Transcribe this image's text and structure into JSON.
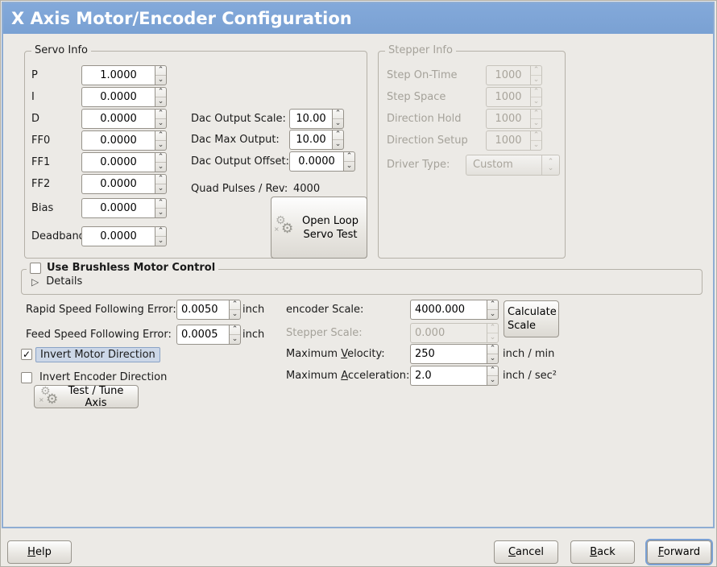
{
  "title": "X Axis Motor/Encoder Configuration",
  "servo": {
    "legend": "Servo Info",
    "params": [
      {
        "label": "P",
        "value": "1.0000"
      },
      {
        "label": "I",
        "value": "0.0000"
      },
      {
        "label": "D",
        "value": "0.0000"
      },
      {
        "label": "FF0",
        "value": "0.0000"
      },
      {
        "label": "FF1",
        "value": "0.0000"
      },
      {
        "label": "FF2",
        "value": "0.0000"
      },
      {
        "label": "Bias",
        "value": "0.0000"
      },
      {
        "label": "Deadband",
        "value": "0.0000"
      }
    ],
    "dac": [
      {
        "label": "Dac Output Scale:",
        "value": "10.00"
      },
      {
        "label": "Dac Max Output:",
        "value": "10.00"
      },
      {
        "label": "Dac Output Offset:",
        "value": "0.0000"
      }
    ],
    "quad_label": "Quad Pulses / Rev:",
    "quad_value": "4000",
    "open_loop_button": "Open Loop Servo Test"
  },
  "stepper": {
    "legend": "Stepper Info",
    "params": [
      {
        "label": "Step On-Time",
        "value": "1000"
      },
      {
        "label": "Step Space",
        "value": "1000"
      },
      {
        "label": "Direction Hold",
        "value": "1000"
      },
      {
        "label": "Direction Setup",
        "value": "1000"
      }
    ],
    "driver_type_label": "Driver Type:",
    "driver_type_value": "Custom"
  },
  "brushless": {
    "checkbox_label": "Use Brushless Motor Control",
    "details_label": "Details"
  },
  "following_error": [
    {
      "label": "Rapid Speed Following Error:",
      "value": "0.0050",
      "unit": "inch"
    },
    {
      "label": "Feed Speed Following Error:",
      "value": "0.0005",
      "unit": "inch"
    }
  ],
  "scales": {
    "encoder_label": "encoder Scale:",
    "encoder_value": "4000.000",
    "calculate_button": "Calculate Scale",
    "stepper_label": "Stepper Scale:",
    "stepper_value": "0.000",
    "velocity": {
      "pre": "Maximum ",
      "u": "V",
      "post": "elocity:",
      "value": "250",
      "unit": "inch / min"
    },
    "acceleration": {
      "pre": "Maximum ",
      "u": "A",
      "post": "cceleration:",
      "value": "2.0",
      "unit": "inch / sec²"
    }
  },
  "inverts": {
    "motor_label": "Invert Motor Direction",
    "encoder_label": "Invert Encoder Direction",
    "test_button": "Test / Tune Axis"
  },
  "actions": {
    "help": {
      "u": "H",
      "post": "elp"
    },
    "cancel": {
      "u": "C",
      "post": "ancel"
    },
    "back": {
      "u": "B",
      "post": "ack"
    },
    "forward": {
      "u": "F",
      "post": "orward"
    }
  },
  "icons": {
    "gear": "⚙",
    "gear_small": "⚙",
    "cross": "×",
    "expander": "▷",
    "spin_up": "⌃",
    "spin_down": "⌄",
    "check": "✓"
  },
  "colors": {
    "title_bar": "#7aa1d3",
    "content_border": "#8fadd3",
    "focus_highlight": "#ccd7e7",
    "window_bg": "#eceae6"
  }
}
